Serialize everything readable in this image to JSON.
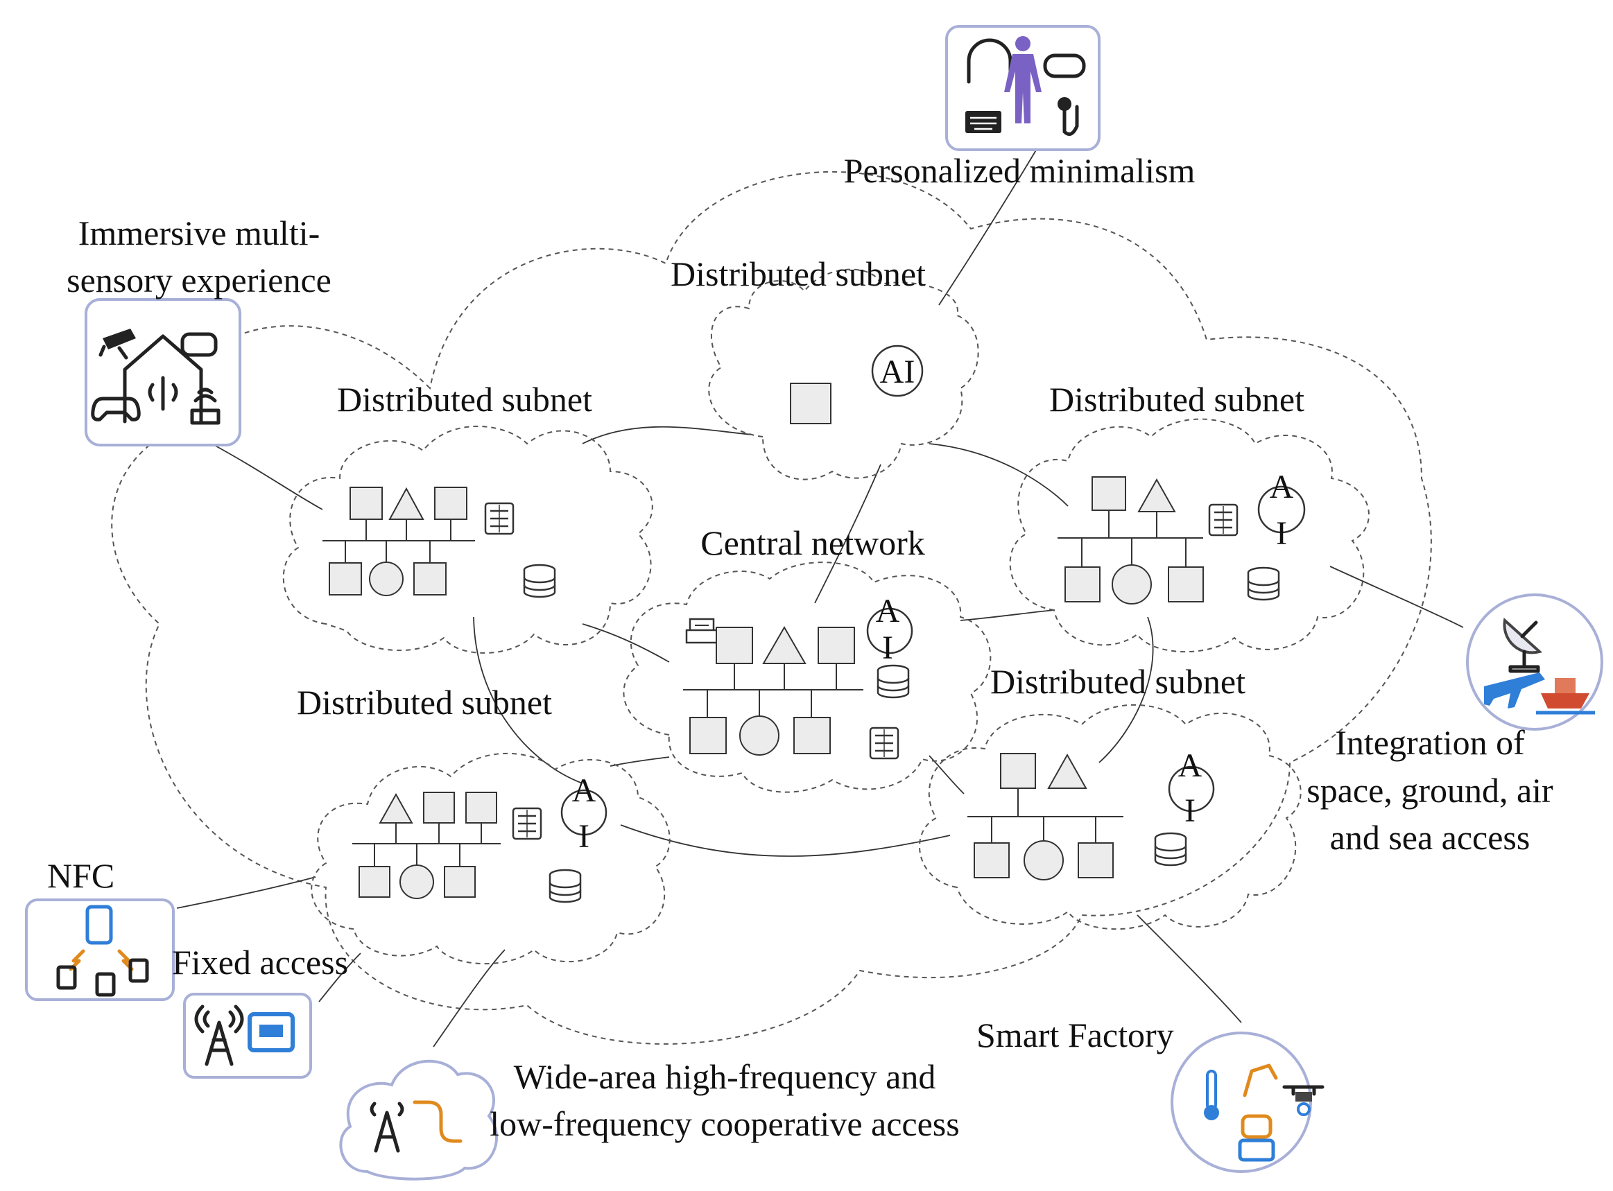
{
  "labels": {
    "personalized": "Personalized minimalism",
    "immersive_line1": "Immersive multi-",
    "immersive_line2": "sensory experience",
    "subnet_top": "Distributed subnet",
    "subnet_left": "Distributed subnet",
    "subnet_right": "Distributed subnet",
    "subnet_bottom_left": "Distributed subnet",
    "subnet_bottom_right": "Distributed subnet",
    "central": "Central network",
    "integration_line1": "Integration of",
    "integration_line2": "space, ground, air",
    "integration_line3": "and sea access",
    "nfc": "NFC",
    "fixed_access": "Fixed access",
    "smart_factory": "Smart Factory",
    "wide_area_line1": "Wide-area high-frequency and",
    "wide_area_line2": "low-frequency cooperative access"
  },
  "ai": {
    "full": "AI",
    "a": "A",
    "i": "I"
  },
  "icons": {
    "personalized": [
      "headphones-icon",
      "human-body-icon",
      "vr-headset-icon",
      "keyboard-icon",
      "microphone-icon"
    ],
    "immersive": [
      "cctv-camera-icon",
      "vr-glasses-icon",
      "house-icon",
      "gamepad-icon",
      "router-icon"
    ],
    "integration": [
      "satellite-dish-icon",
      "airplane-icon",
      "ship-icon"
    ],
    "nfc": [
      "smartphone-icon",
      "device-icon"
    ],
    "fixed": [
      "antenna-tower-icon",
      "ethernet-port-icon"
    ],
    "smart_factory": [
      "thermometer-icon",
      "robot-arm-icon",
      "drone-icon",
      "robot-icon"
    ],
    "wide_area": [
      "antenna-tower-icon",
      "cable-icon"
    ]
  },
  "colors": {
    "icon_frame": "#a8b0d8",
    "accent_blue": "#2f7ed8",
    "accent_orange": "#e08a1e",
    "human_purple": "#7a62c4"
  }
}
